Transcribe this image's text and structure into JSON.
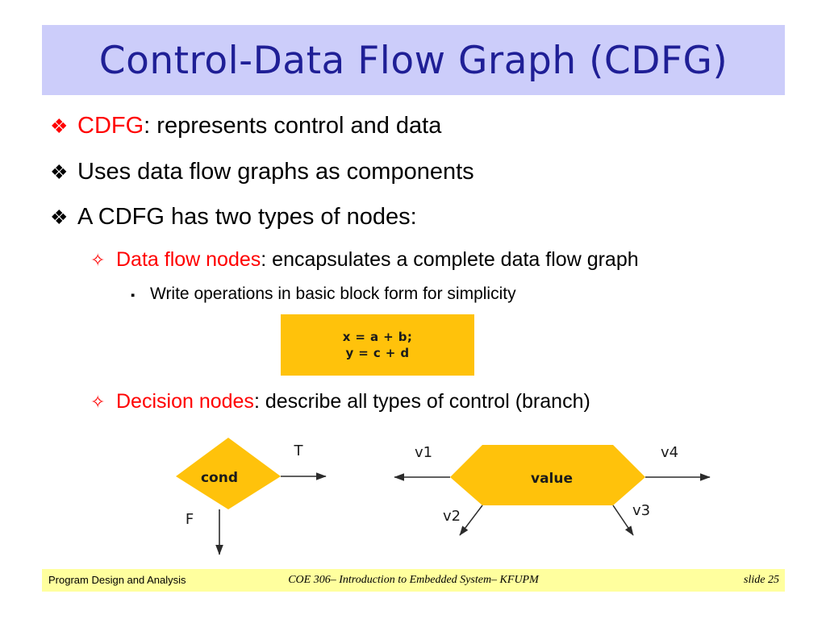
{
  "slide": {
    "title": "Control-Data Flow Graph (CDFG)",
    "title_bg": "#cccdfa",
    "title_color": "#1f1f96",
    "accent_red": "#ff0000",
    "accent_amber": "#ffc20b",
    "footer_bg": "#ffff9e"
  },
  "bullets": {
    "b1": {
      "marker": "❖",
      "highlight": "CDFG",
      "rest": ": represents control and data"
    },
    "b2": {
      "marker": "❖",
      "text": "Uses data flow graphs as components"
    },
    "b3": {
      "marker": "❖",
      "text": "A CDFG has two types of nodes:"
    },
    "b4": {
      "marker": "✧",
      "highlight": "Data flow nodes",
      "rest": ": encapsulates a complete data flow graph"
    },
    "b5": {
      "marker": "▪",
      "text": "Write operations in basic block form for simplicity"
    },
    "b6": {
      "marker": "✧",
      "highlight": "Decision nodes",
      "rest": ": describe all types of control (branch)"
    }
  },
  "code_block": {
    "line1": "x = a + b;",
    "line2": "y = c + d"
  },
  "diagram": {
    "decision_node": {
      "label": "cond",
      "shape": "diamond",
      "edges": [
        {
          "name": "true-edge",
          "label": "T",
          "direction": "right"
        },
        {
          "name": "false-edge",
          "label": "F",
          "direction": "down"
        }
      ]
    },
    "value_node": {
      "label": "value",
      "shape": "hexagon",
      "edges": [
        {
          "name": "v1-edge",
          "label": "v1",
          "direction": "left"
        },
        {
          "name": "v2-edge",
          "label": "v2",
          "direction": "down-left"
        },
        {
          "name": "v3-edge",
          "label": "v3",
          "direction": "down-right"
        },
        {
          "name": "v4-edge",
          "label": "v4",
          "direction": "right"
        }
      ]
    }
  },
  "footer": {
    "left": "Program Design and Analysis",
    "center": "COE 306– Introduction to Embedded System– KFUPM",
    "right": "slide 25"
  }
}
